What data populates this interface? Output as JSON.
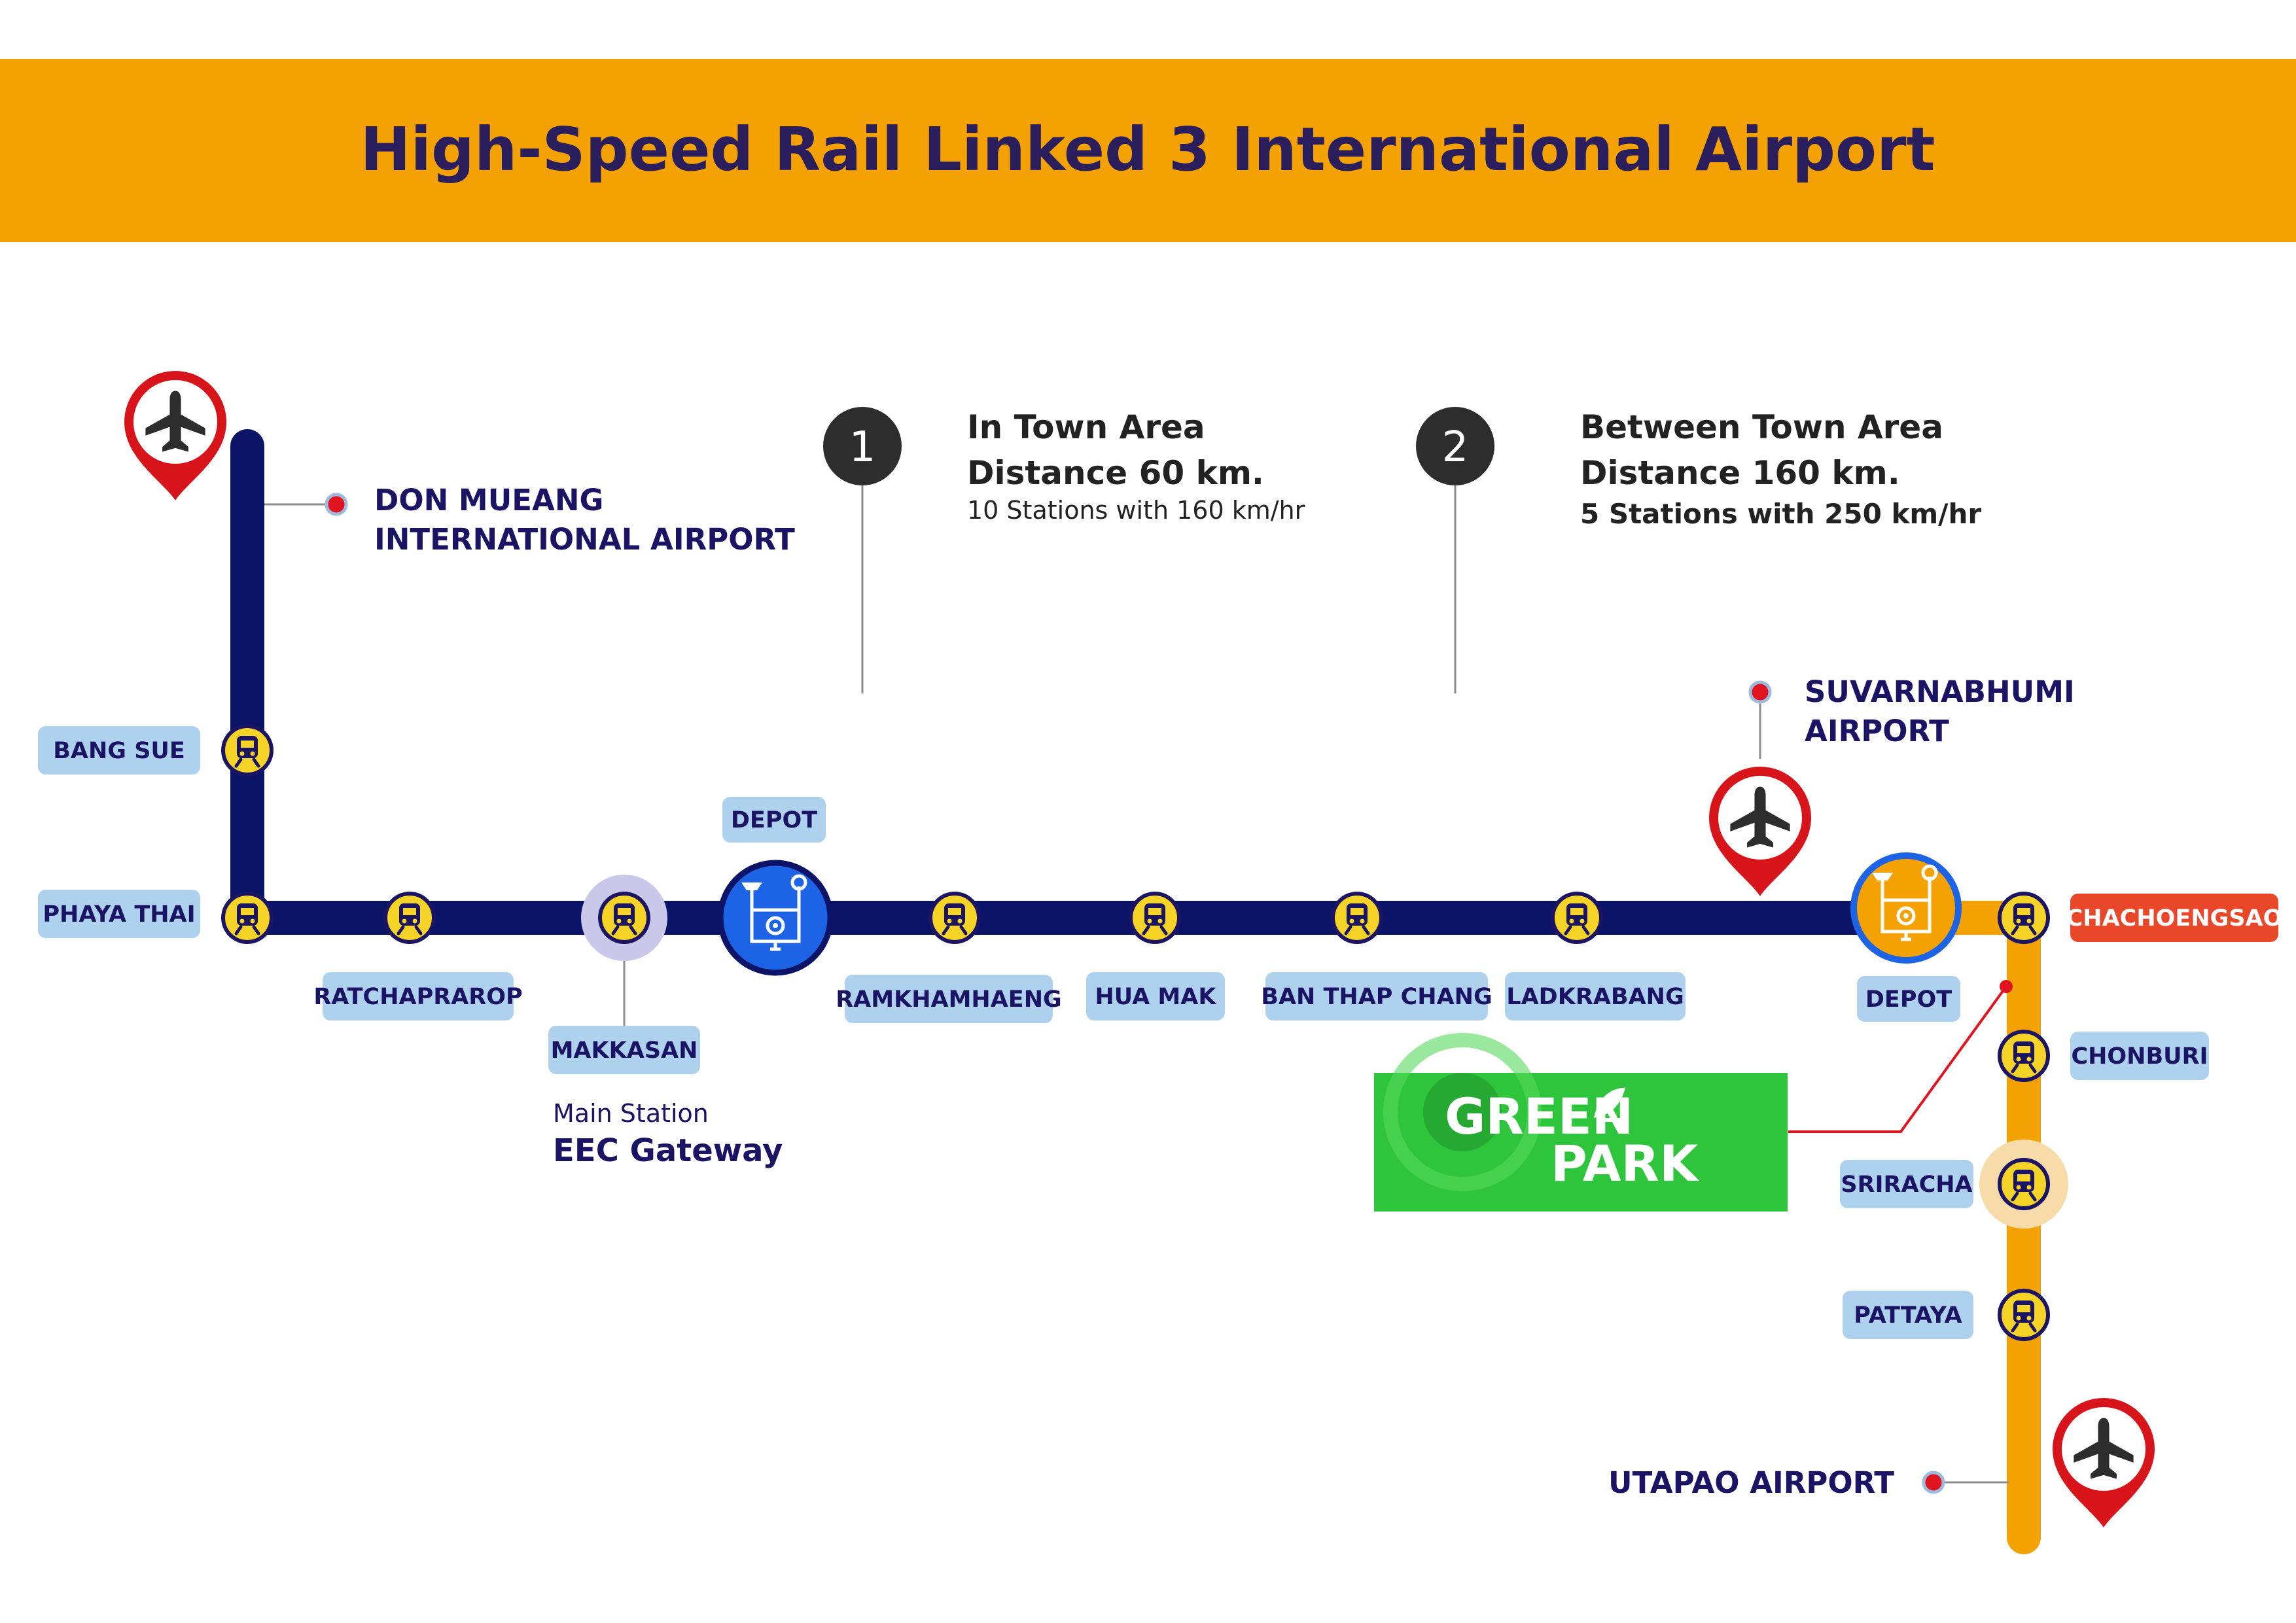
{
  "title": "High-Speed Rail Linked 3 International Airport",
  "colors": {
    "banner": "#f4a203",
    "title_text": "#2a1f5c",
    "line_town": "#0c1468",
    "line_between": "#f4a203",
    "station_fill": "#f5d327",
    "pill": "#aed2ee",
    "pill_text": "#1b1464",
    "airport_dot": "#e0141e",
    "depot_blue": "#1d63e6",
    "depot_orange": "#f4a203",
    "chachoengsao": "#e8472a",
    "green_park": "#2ec43b",
    "pin_red": "#d8141b",
    "marker_dark": "#2d2d2d"
  },
  "airports": {
    "don_mueang": {
      "line1": "DON MUEANG",
      "line2": "INTERNATIONAL AIRPORT"
    },
    "suvarnabhumi": {
      "line1": "SUVARNABHUMI",
      "line2": "AIRPORT"
    },
    "utapao": {
      "label": "UTAPAO AIRPORT"
    }
  },
  "sections": [
    {
      "number": "1",
      "title": "In Town Area",
      "distance": "Distance 60 km.",
      "detail": "10 Stations with 160 km/hr"
    },
    {
      "number": "2",
      "title": "Between Town Area",
      "distance": "Distance 160 km.",
      "detail": "5 Stations with 250 km/hr"
    }
  ],
  "stations": {
    "bang_sue": "BANG SUE",
    "phaya_thai": "PHAYA THAI",
    "ratchaprarop": "RATCHAPRAROP",
    "makkasan": "MAKKASAN",
    "ramkhamhaeng": "RAMKHAMHAENG",
    "hua_mak": "HUA MAK",
    "ban_thap_chang": "BAN THAP CHANG",
    "ladkrabang": "LADKRABANG",
    "chachoengsao": "CHACHOENGSAO",
    "chonburi": "CHONBURI",
    "sriracha": "SRIRACHA",
    "pattaya": "PATTAYA"
  },
  "depots": {
    "west": "DEPOT",
    "east": "DEPOT"
  },
  "main_station": {
    "caption": "Main Station",
    "name": "EEC Gateway"
  },
  "green_park": {
    "line1": "GREEN",
    "line2": "PARK"
  },
  "icons": {
    "airport": "airplane-pin-icon",
    "station": "train-icon",
    "depot": "depot-tools-icon"
  }
}
